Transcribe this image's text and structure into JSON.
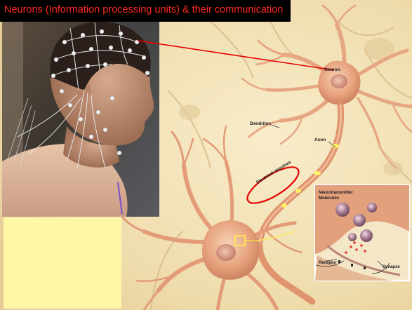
{
  "title": "Neurons (Information processing units) & their communication",
  "labels": {
    "neuron": "Neuron",
    "dendrites": "Dendrites",
    "axon": "Axon",
    "electrical_impulses": "Electrical impulses",
    "neurotransmitter": "Neurotransmitter",
    "molecules": "Molecules",
    "receptor": "Receptor",
    "synapse": "Synapse"
  },
  "colors": {
    "title_text": "#ff2a1f",
    "title_bg": "#000000",
    "annotation": "#e60000",
    "parchment": "#f3e3b8",
    "neuron_fill": "#e9a985",
    "note_box": "#fff7a6"
  }
}
